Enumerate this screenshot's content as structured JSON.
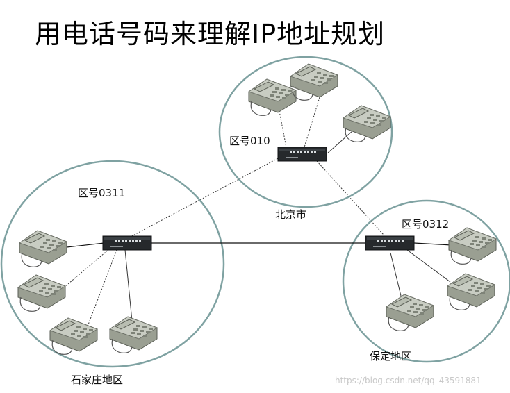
{
  "title": "用电话号码来理解IP地址规划",
  "regions": {
    "beijing": {
      "area_code": "区号010",
      "name": "北京市"
    },
    "shijiazhuang": {
      "area_code": "区号0311",
      "name": "石家庄地区"
    },
    "baoding": {
      "area_code": "区号0312",
      "name": "保定地区"
    }
  },
  "watermark": "https://blog.csdn.net/qq_43591881",
  "colors": {
    "circle_fill": "#ffffff",
    "circle_stroke": "#7fa2a2",
    "phone": "#9a9f92",
    "switch": "#26292c"
  }
}
